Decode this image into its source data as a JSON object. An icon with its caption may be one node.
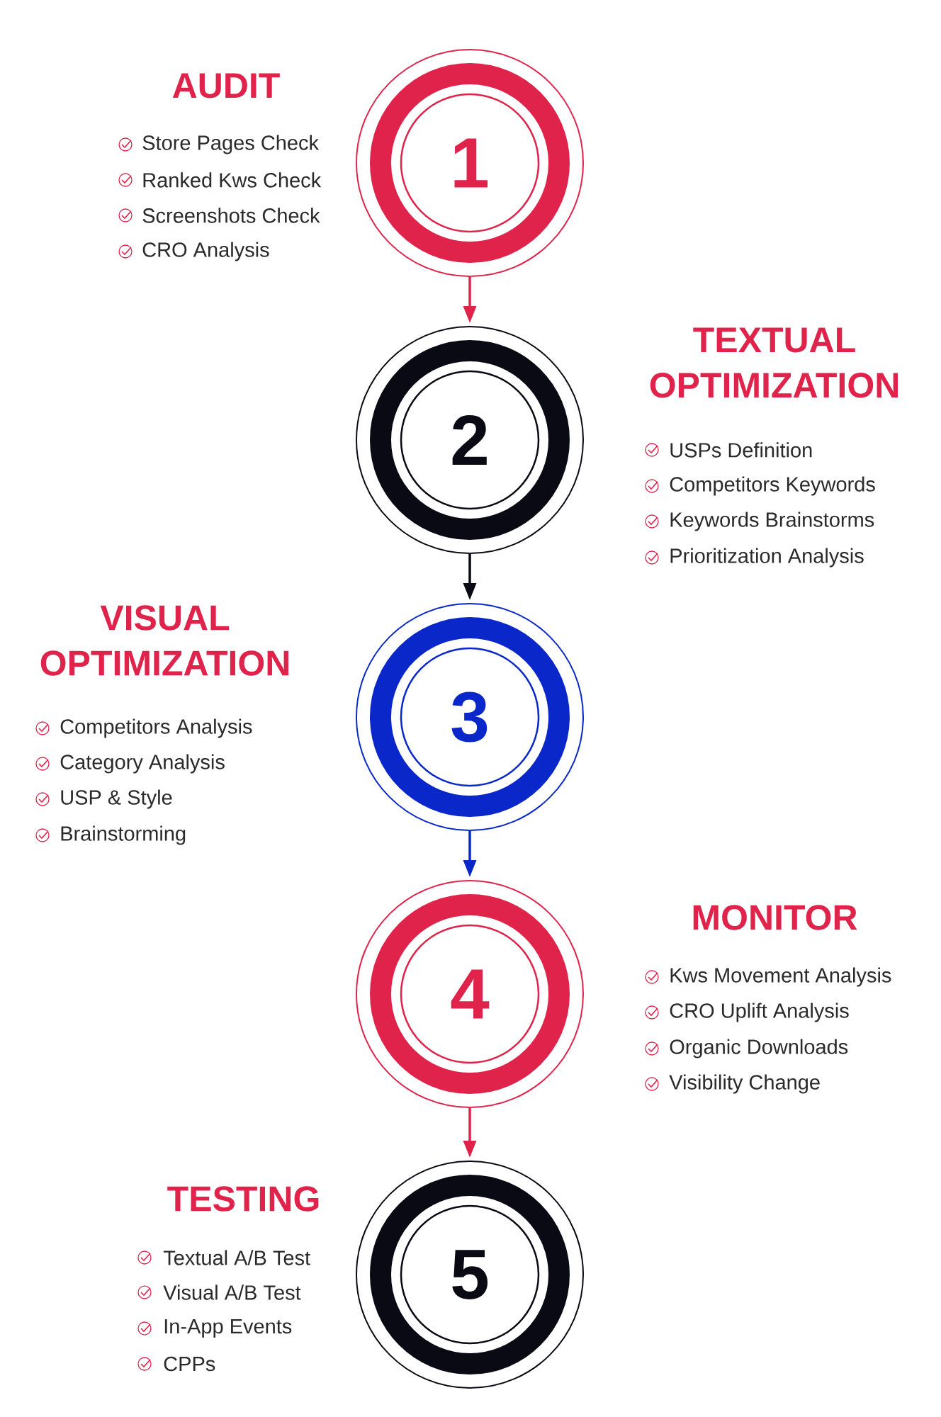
{
  "diagram": {
    "nodes": [
      {
        "text": [
          "1"
        ],
        "beside": [
          "AUDIT",
          "Store Pages Check",
          "Ranked Kws Check",
          "Screenshots Check",
          "CRO Analysis"
        ]
      },
      {
        "text": [
          "2"
        ],
        "beside": [
          "TEXTUAL OPTIMIZATION",
          "USPs Definition",
          "Competitors Keywords",
          "Keywords Brainstorms",
          "Prioritization Analysis"
        ]
      },
      {
        "text": [
          "3"
        ],
        "beside": [
          "VISUAL OPTIMIZATION",
          "Competitors Analysis",
          "Category Analysis",
          "USP & Style",
          "Brainstorming"
        ]
      },
      {
        "text": [
          "4"
        ],
        "beside": [
          "MONITOR",
          "Kws Movement Analysis",
          "CRO Uplift Analysis",
          "Organic Downloads",
          "Visibility Change"
        ]
      },
      {
        "text": [
          "5"
        ],
        "beside": [
          "TESTING",
          "Textual A/B Test",
          "Visual A/B Test",
          "In-App Events",
          "CPPs"
        ]
      }
    ],
    "edges": [
      {
        "from": 0,
        "to": 1,
        "arrow": "to",
        "color": "#e0234a"
      },
      {
        "from": 1,
        "to": 2,
        "arrow": "to",
        "color": "#0a0a14"
      },
      {
        "from": 2,
        "to": 3,
        "arrow": "to",
        "color": "#0a27c9"
      },
      {
        "from": 3,
        "to": 4,
        "arrow": "to",
        "color": "#e0234a"
      }
    ]
  }
}
